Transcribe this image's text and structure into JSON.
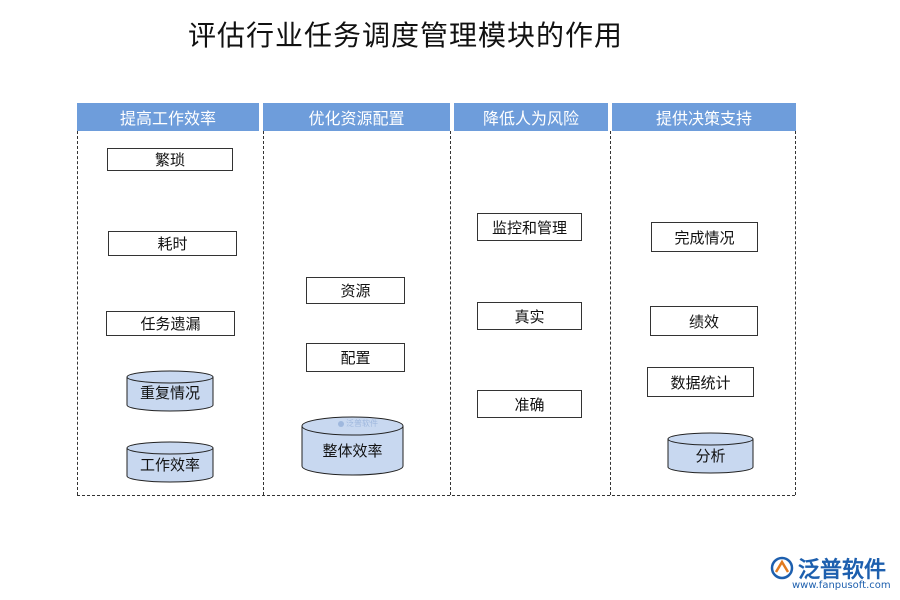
{
  "title": "评估行业任务调度管理模块的作用",
  "columns": [
    {
      "header": "提高工作效率",
      "boxes": [
        "繁琐",
        "耗时",
        "任务遗漏"
      ],
      "cylinders": [
        "重复情况",
        "工作效率"
      ]
    },
    {
      "header": "优化资源配置",
      "boxes": [
        "资源",
        "配置"
      ],
      "cylinders": [
        "整体效率"
      ]
    },
    {
      "header": "降低人为风险",
      "boxes": [
        "监控和管理",
        "真实",
        "准确"
      ],
      "cylinders": []
    },
    {
      "header": "提供决策支持",
      "boxes": [
        "完成情况",
        "绩效",
        "数据统计"
      ],
      "cylinders": [
        "分析"
      ]
    }
  ],
  "logo": {
    "name": "泛普软件",
    "url": "www.fanpusoft.com",
    "watermark": "泛普软件"
  },
  "colors": {
    "header_bg": "#6e9ddb",
    "cylinder_fill": "#c8d8f0",
    "logo_blue": "#1d5fae"
  }
}
